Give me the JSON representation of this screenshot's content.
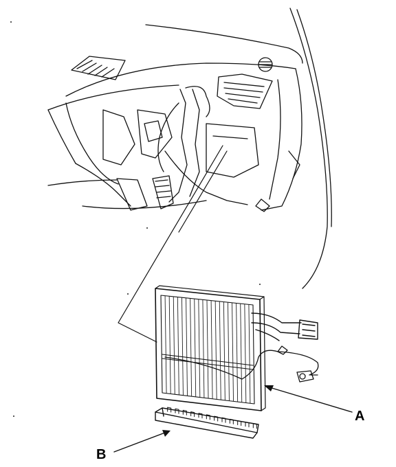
{
  "callouts": {
    "a": "A",
    "b": "B"
  },
  "parts": {
    "dashboard": "dashboard-assembly",
    "evaporator": "evaporator-core",
    "sensor": "evaporator-temperature-sensor",
    "clip": "sensor-holder-clip"
  }
}
